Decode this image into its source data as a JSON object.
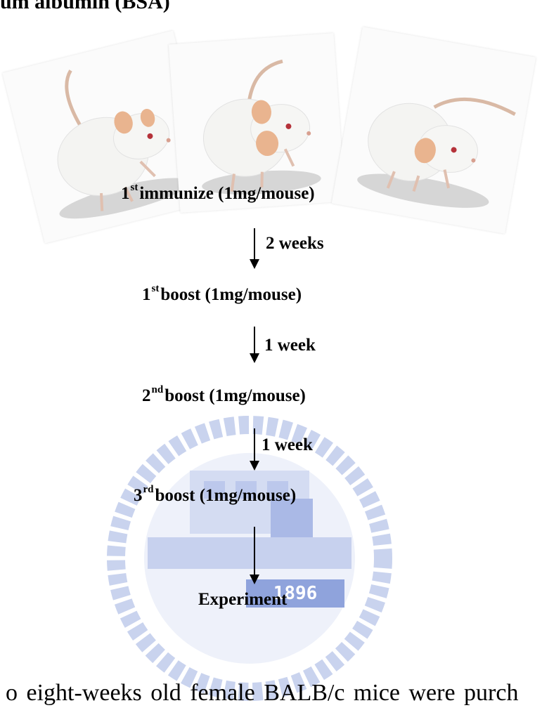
{
  "heading": "um albumin (BSA)",
  "steps": {
    "immunize": {
      "ord": "1",
      "sup": "st",
      "text": "immunize (1mg/mouse)"
    },
    "boost1": {
      "ord": "1",
      "sup": "st",
      "text": "boost (1mg/mouse)"
    },
    "boost2": {
      "ord": "2",
      "sup": "nd",
      "text": "boost (1mg/mouse)"
    },
    "boost3": {
      "ord": "3",
      "sup": "rd",
      "text": "boost (1mg/mouse)"
    },
    "experiment": {
      "text": "Experiment"
    }
  },
  "intervals": [
    "2 weeks",
    "1 week",
    "1 week"
  ],
  "watermark_text": "1896",
  "bottom_text": "o eight-weeks old female BALB/c mice were purch",
  "colors": {
    "mouse": "#f4f4f2",
    "ear": "#e9b48f",
    "tail": "#d9b9a5",
    "watermark": "#3a55b4"
  }
}
